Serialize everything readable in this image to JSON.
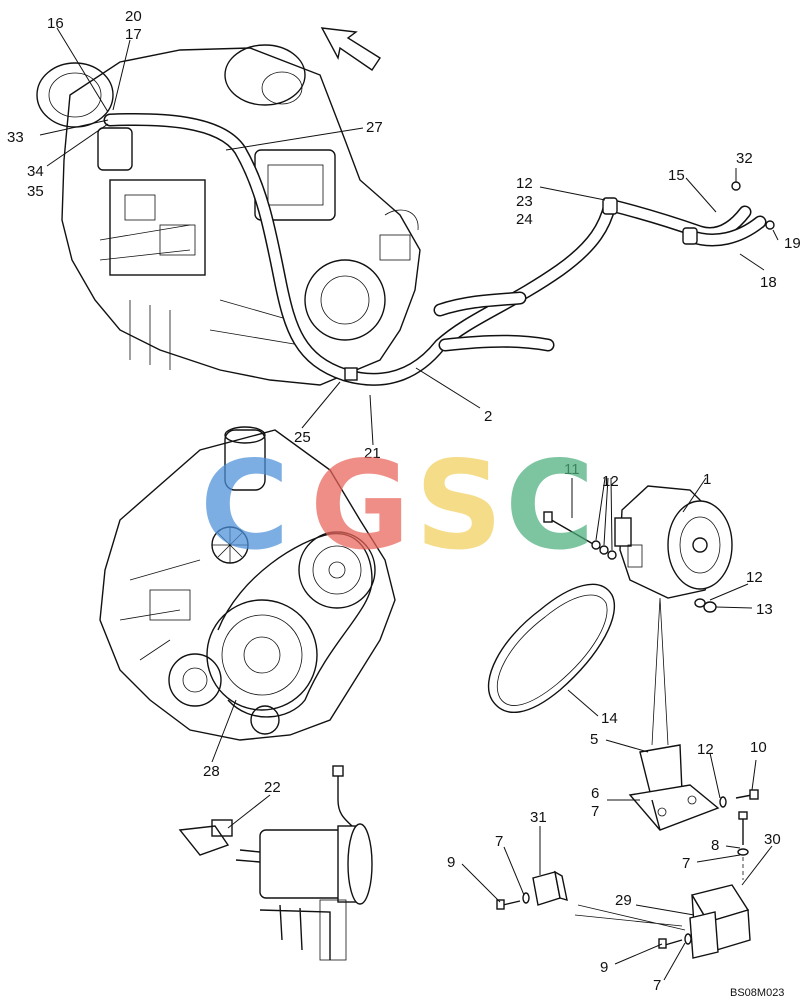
{
  "drawing": {
    "code": "BS08M023",
    "watermark": {
      "letters": [
        {
          "char": "C",
          "color": "#4a90d9"
        },
        {
          "char": "G",
          "color": "#e8645a"
        },
        {
          "char": "S",
          "color": "#f2cf5b"
        },
        {
          "char": "C",
          "color": "#4caf7d"
        }
      ]
    },
    "callouts": {
      "c1": "1",
      "c2": "2",
      "c5": "5",
      "c6": "6",
      "c6b": "7",
      "c7a": "7",
      "c7b": "7",
      "c7c": "7",
      "c8": "8",
      "c9a": "9",
      "c9b": "9",
      "c10": "10",
      "c11": "11",
      "c12a": "12",
      "c12b": "12",
      "c12c": "12",
      "c12d": "12",
      "c13": "13",
      "c14": "14",
      "c15": "15",
      "c16": "16",
      "c17": "17",
      "c18": "18",
      "c19": "19",
      "c20": "20",
      "c21": "21",
      "c22": "22",
      "c23": "23",
      "c24": "24",
      "c25": "25",
      "c27": "27",
      "c28": "28",
      "c29": "29",
      "c30": "30",
      "c31": "31",
      "c32": "32",
      "c33": "33",
      "c34": "34",
      "c35": "35"
    }
  }
}
